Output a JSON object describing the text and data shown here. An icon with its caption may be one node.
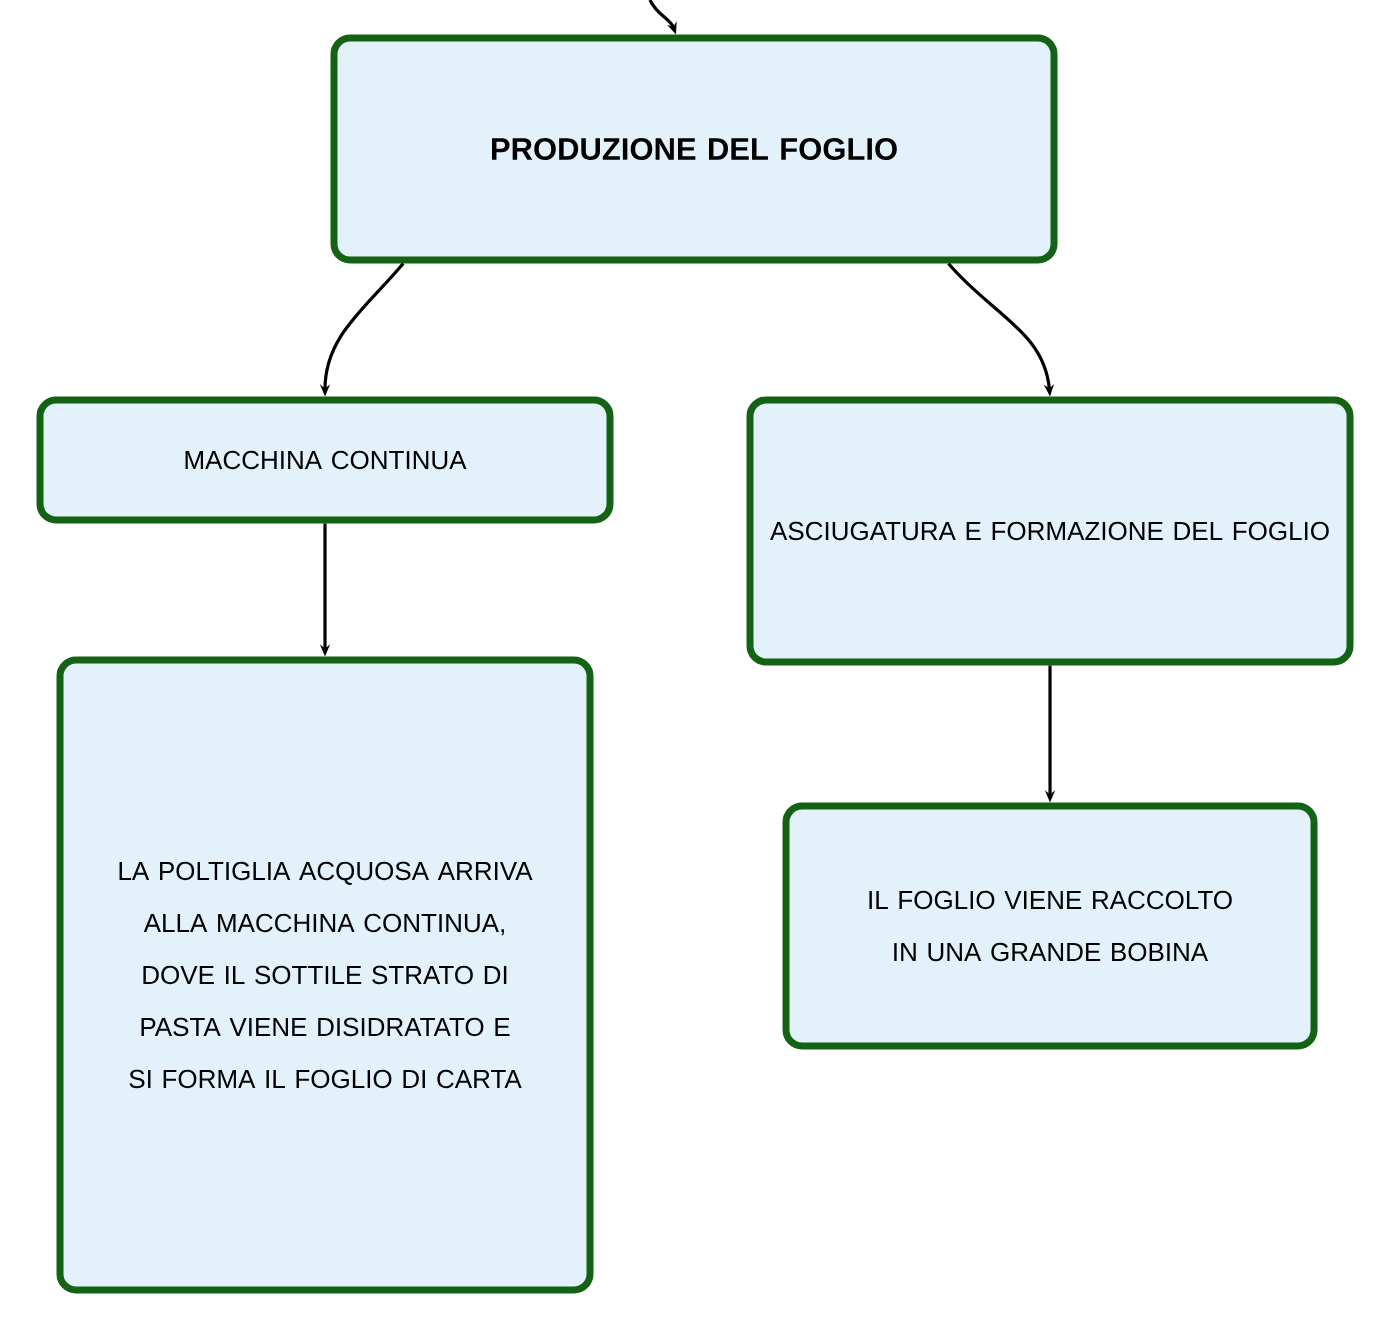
{
  "diagram": {
    "nodes": [
      {
        "text": [
          "PRODUZIONE DEL FOGLIO"
        ]
      },
      {
        "text": [
          "MACCHINA CONTINUA"
        ]
      },
      {
        "text": [
          "ASCIUGATURA E FORMAZIONE DEL FOGLIO"
        ]
      },
      {
        "text": [
          "LA POLTIGLIA ACQUOSA ARRIVA ALLA MACCHINA CONTINUA, DOVE IL SOTTILE STRATO DI PASTA VIENE DISIDRATATO E SI FORMA IL FOGLIO DI CARTA"
        ]
      },
      {
        "text": [
          "IL FOGLIO VIENE RACCOLTO IN UNA GRANDE BOBINA"
        ]
      }
    ],
    "edges": [
      {
        "from": null,
        "to": 0,
        "arrow": "to"
      },
      {
        "from": 0,
        "to": 1,
        "arrow": "to"
      },
      {
        "from": 0,
        "to": 2,
        "arrow": "to"
      },
      {
        "from": 1,
        "to": 3,
        "arrow": "to"
      },
      {
        "from": 2,
        "to": 4,
        "arrow": "to"
      }
    ]
  }
}
